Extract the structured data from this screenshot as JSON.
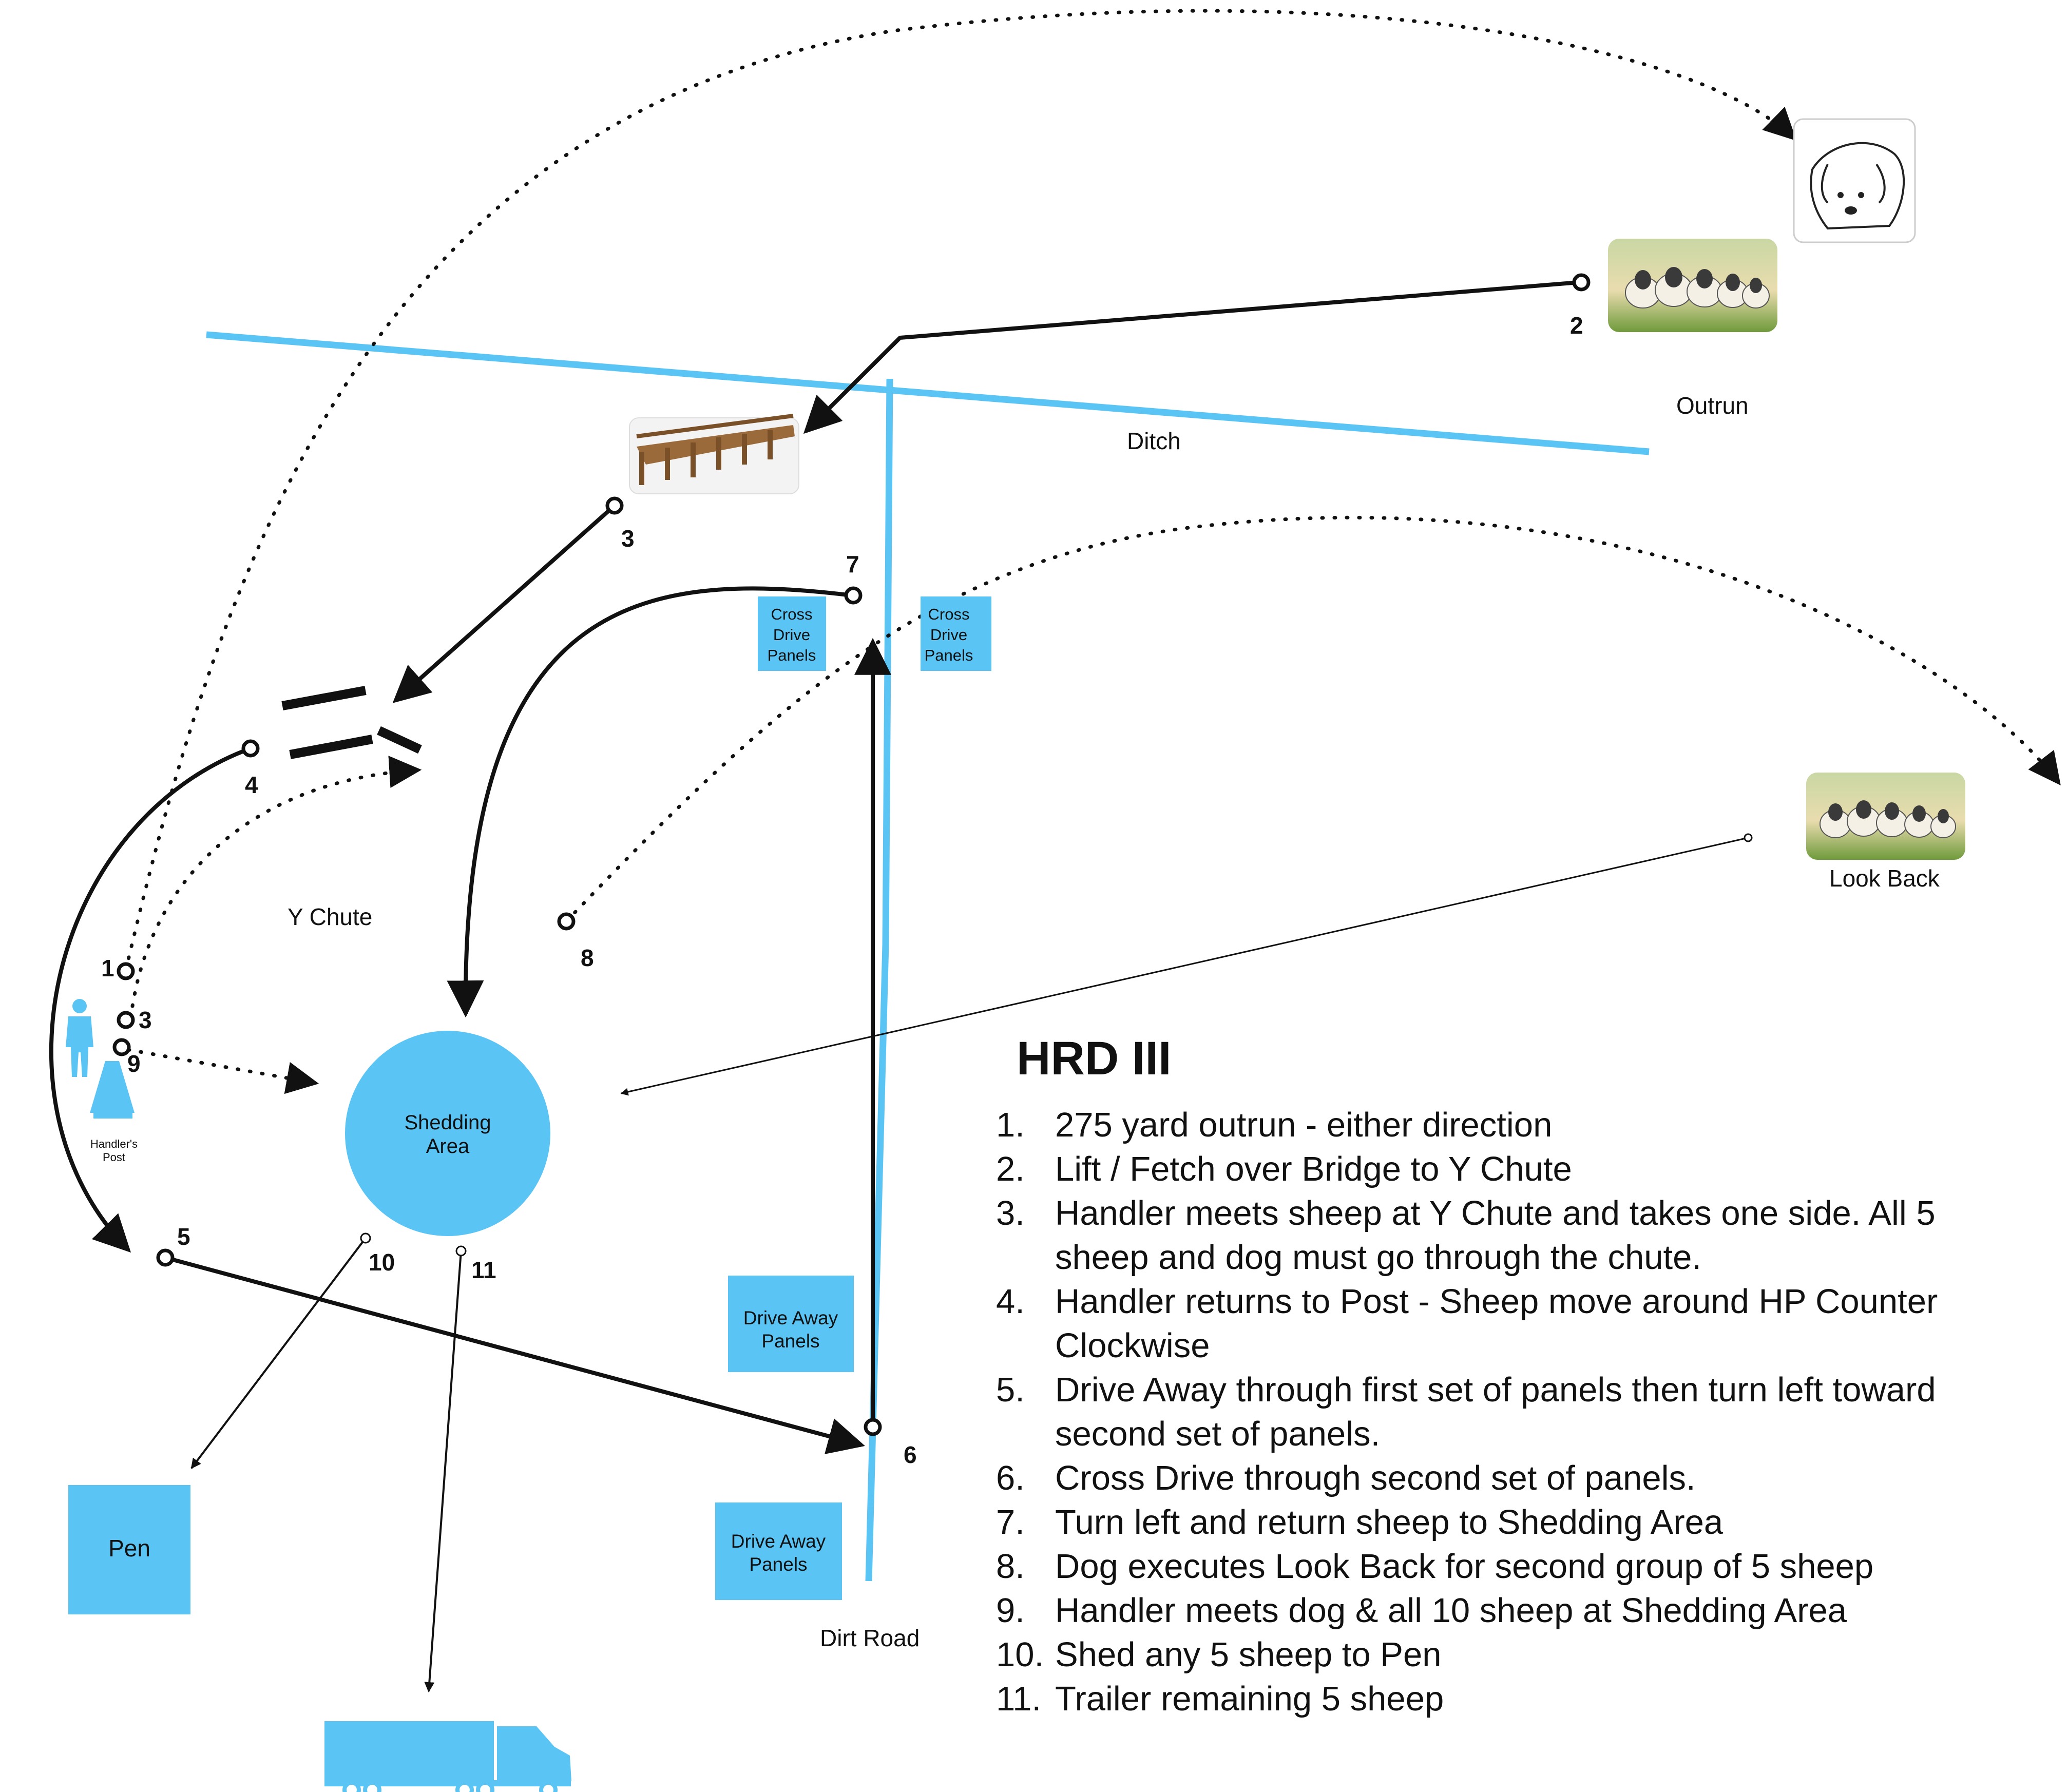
{
  "course_title": "HRD III",
  "labels": {
    "outrun": "Outrun",
    "ditch": "Ditch",
    "y_chute": "Y Chute",
    "look_back": "Look Back",
    "dirt_road": "Dirt Road",
    "handlers_post_line1": "Handler's",
    "handlers_post_line2": "Post",
    "shedding_area_line1": "Shedding",
    "shedding_area_line2": "Area",
    "pen": "Pen"
  },
  "panels": {
    "cross_drive_left": [
      "Cross",
      "Drive",
      "Panels"
    ],
    "cross_drive_right": [
      "Cross",
      "Drive",
      "Panels"
    ],
    "drive_away_upper": [
      "Drive Away",
      "Panels"
    ],
    "drive_away_lower": [
      "Drive Away",
      "Panels"
    ]
  },
  "markers": {
    "m1": "1",
    "m2": "2",
    "m3_course": "3",
    "m3_post": "3",
    "m4": "4",
    "m5": "5",
    "m6": "6",
    "m7": "7",
    "m8": "8",
    "m9": "9",
    "m10": "10",
    "m11": "11"
  },
  "steps": [
    {
      "num": "1.",
      "text": "275 yard outrun - either direction"
    },
    {
      "num": "2.",
      "text": "Lift / Fetch over Bridge to Y Chute"
    },
    {
      "num": "3.",
      "text": "Handler meets sheep at Y Chute and takes one side.  All 5 sheep and dog must go through the chute."
    },
    {
      "num": "4.",
      "text": "Handler returns to Post - Sheep move around HP Counter Clockwise"
    },
    {
      "num": "5.",
      "text": "Drive Away through first set of panels then turn left toward second set of panels."
    },
    {
      "num": "6.",
      "text": "Cross Drive through second set of panels."
    },
    {
      "num": "7.",
      "text": "Turn left and return sheep to Shedding Area"
    },
    {
      "num": "8.",
      "text": "Dog executes Look Back for second group of 5 sheep"
    },
    {
      "num": "9.",
      "text": "Handler meets dog & all 10 sheep at Shedding Area"
    },
    {
      "num": "10.",
      "text": "Shed any 5 sheep to Pen"
    },
    {
      "num": "11.",
      "text": "Trailer remaining 5 sheep"
    }
  ],
  "icons": {
    "dog": "dog-icon",
    "sheep_group": "sheep-group-icon",
    "bridge": "bridge-icon",
    "handler": "person-icon",
    "cone": "cone-icon",
    "truck": "truck-icon"
  },
  "colors": {
    "accent_blue": "#5ac4f5",
    "line_black": "#111111",
    "panel_blue": "#5ac4f5"
  }
}
